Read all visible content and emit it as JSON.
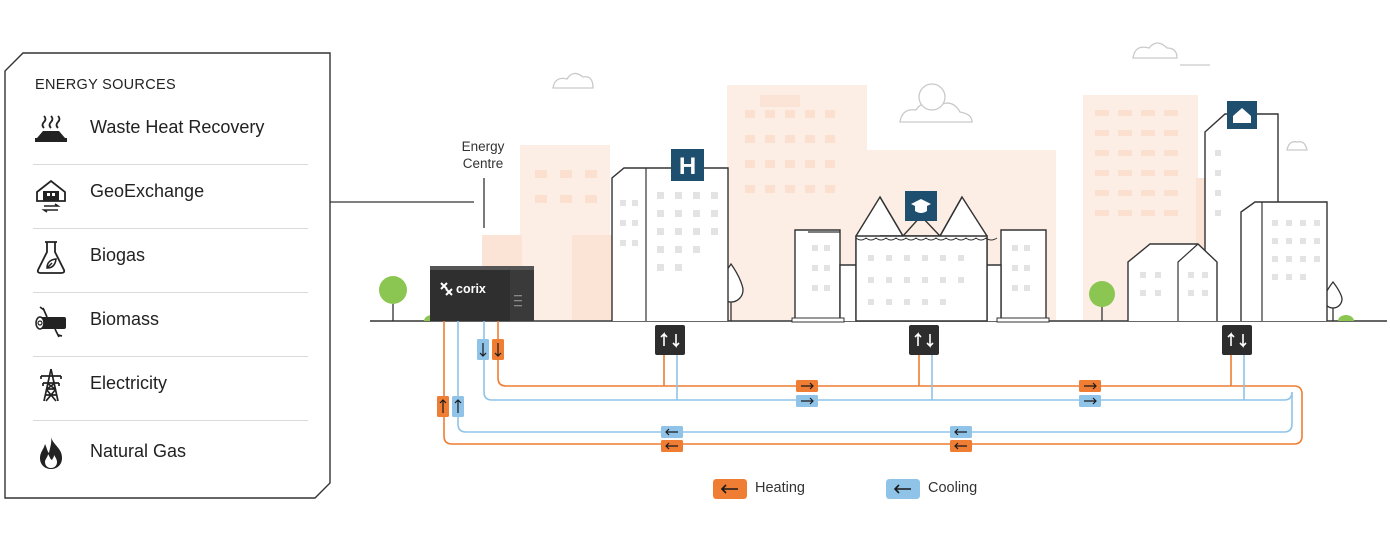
{
  "energy_sources": {
    "title": "ENERGY SOURCES",
    "items": [
      {
        "label": "Waste Heat Recovery",
        "icon": "waste-heat-icon"
      },
      {
        "label": "GeoExchange",
        "icon": "geoexchange-icon"
      },
      {
        "label": "Biogas",
        "icon": "biogas-flask-icon"
      },
      {
        "label": "Biomass",
        "icon": "biomass-log-icon"
      },
      {
        "label": "Electricity",
        "icon": "electricity-tower-icon"
      },
      {
        "label": "Natural Gas",
        "icon": "flame-icon"
      }
    ]
  },
  "energy_centre": {
    "label": "Energy\nCentre",
    "brand": "corix"
  },
  "buildings": {
    "hospital_sign": "H"
  },
  "legend": {
    "heating": "Heating",
    "cooling": "Cooling"
  },
  "colors": {
    "heating": "#ef7d33",
    "cooling": "#8fc3e8",
    "building_outline": "#333333",
    "background_city": "#fdeee5",
    "tree": "#8cc652",
    "sign": "#1f4f6e",
    "exchanger": "#2d2d2d"
  }
}
